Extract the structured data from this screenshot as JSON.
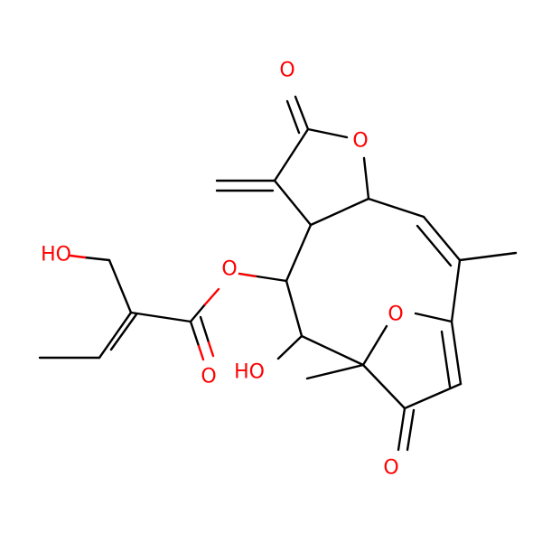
{
  "diagram": {
    "type": "chemical-structure",
    "colors": {
      "bond": "#000000",
      "oxygen": "#ff0000",
      "background": "#ffffff"
    },
    "labels": {
      "ho_left": "HO",
      "ho_lower": "HO",
      "o_ester_link": "O",
      "o_ester_carbonyl": "O",
      "o_lactone_ring": "O",
      "o_lactone_carbonyl": "O",
      "o_furanone_ring": "O",
      "o_furanone_carbonyl": "O"
    }
  }
}
